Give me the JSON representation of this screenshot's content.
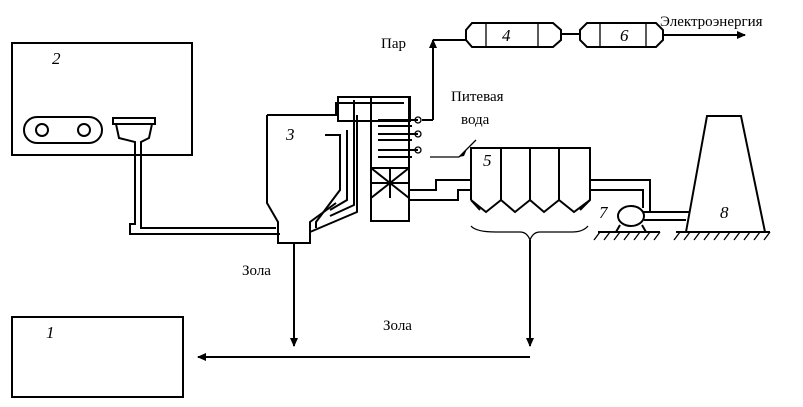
{
  "labels": {
    "steam": "Пар",
    "electricity": "Электроэнергия",
    "feed_water_line1": "Питевая",
    "feed_water_line2": "вода",
    "ash_left": "Зола",
    "ash_bottom": "Зола"
  },
  "numbers": {
    "n1": "1",
    "n2": "2",
    "n3": "3",
    "n4": "4",
    "n5": "5",
    "n6": "6",
    "n7": "7",
    "n8": "8"
  }
}
